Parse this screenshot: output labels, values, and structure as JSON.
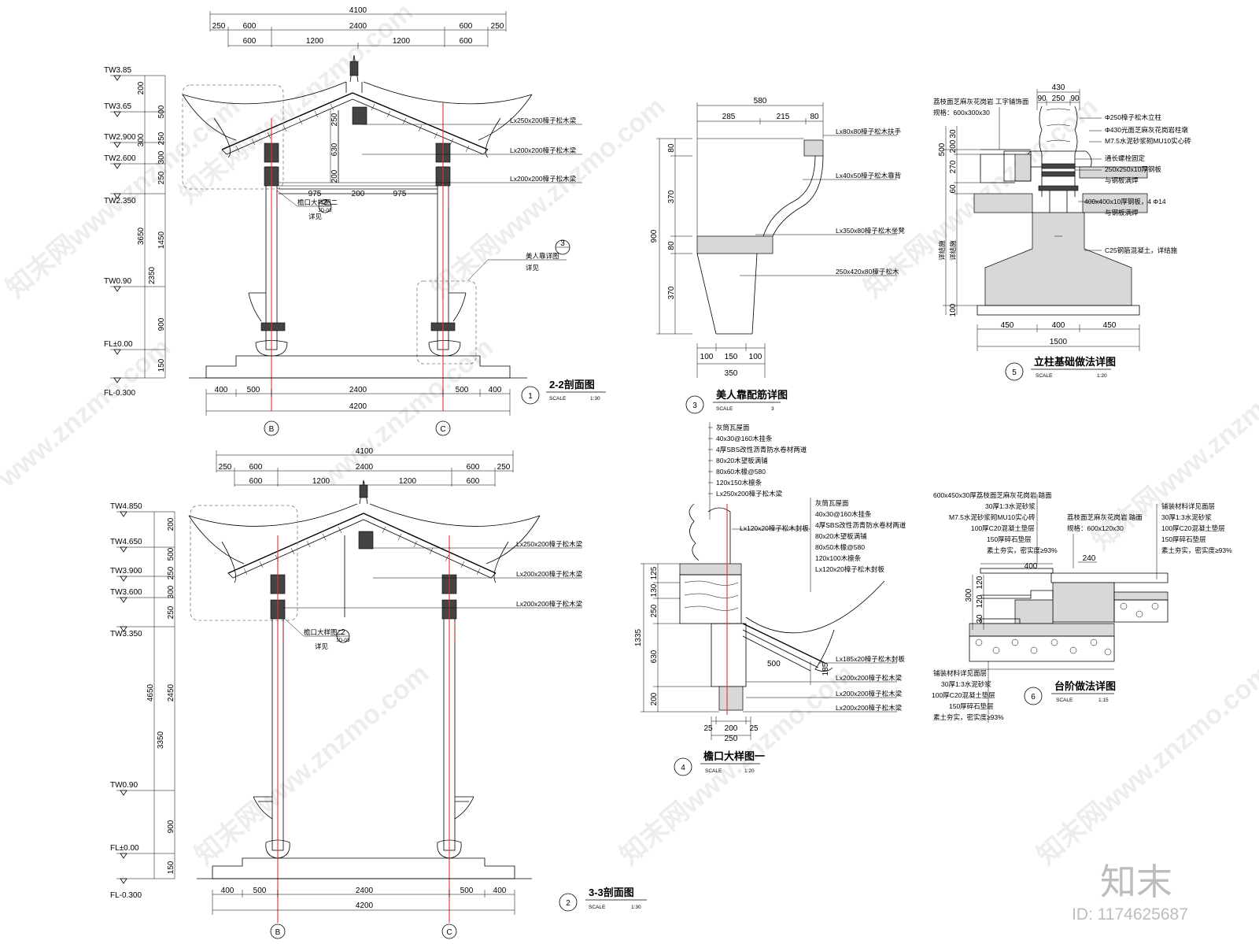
{
  "drawing1": {
    "title_number": "1",
    "title": "2-2剖面图",
    "scale_label": "SCALE",
    "scale_value": "1:30",
    "top_total": "4100",
    "top_row1": [
      "250",
      "600",
      "2400",
      "600",
      "250"
    ],
    "top_row2": [
      "600",
      "1200",
      "1200",
      "600"
    ],
    "inner_dims": [
      "975",
      "200",
      "975"
    ],
    "bottom_row1": [
      "400",
      "500",
      "2400",
      "500",
      "400"
    ],
    "bottom_total": "4200",
    "elevations": [
      "TW3.85",
      "TW3.65",
      "TW2.900",
      "TW2.600",
      "TW2.350",
      "TW0.90",
      "FL±0.00",
      "FL-0.300"
    ],
    "left_dims_a": [
      "200",
      "500",
      "300",
      "250",
      "300",
      "250"
    ],
    "left_dims_b": [
      "3650",
      "1450",
      "2350",
      "900",
      "150"
    ],
    "mid_dims": [
      "250",
      "630",
      "200"
    ],
    "notes": [
      "Lx250x200樟子松木梁",
      "Lx200x200樟子松木梁",
      "Lx200x200樟子松木梁"
    ],
    "detail_ref": "檐口大样图二",
    "detail_ref_see": "详见",
    "detail_ref_num": "2",
    "detail_ref_sheet": "JD-03",
    "meirenkao_ref": "美人靠详图",
    "meirenkao_see": "详见",
    "meirenkao_num": "3",
    "axis_labels": [
      "B",
      "C"
    ]
  },
  "drawing2": {
    "title_number": "2",
    "title": "3-3剖面图",
    "scale_label": "SCALE",
    "scale_value": "1:30",
    "top_total": "4100",
    "top_row1": [
      "250",
      "600",
      "2400",
      "600",
      "250"
    ],
    "top_row2": [
      "600",
      "1200",
      "1200",
      "600"
    ],
    "bottom_row1": [
      "400",
      "500",
      "2400",
      "500",
      "400"
    ],
    "bottom_total": "4200",
    "elevations": [
      "TW4.850",
      "TW4.650",
      "TW3.900",
      "TW3.600",
      "TW3.350",
      "TW0.90",
      "FL±0.00",
      "FL-0.300"
    ],
    "left_dims_a": [
      "200",
      "500",
      "250",
      "300",
      "250"
    ],
    "left_dims_b": [
      "4650",
      "2450",
      "3350",
      "900",
      "150"
    ],
    "notes": [
      "Lx250x200樟子松木梁",
      "Lx200x200樟子松木梁",
      "Lx200x200樟子松木梁"
    ],
    "detail_ref": "檐口大样图二",
    "detail_ref_see": "详见",
    "detail_ref_num": "2",
    "detail_ref_sheet": "JD-03",
    "axis_labels": [
      "B",
      "C"
    ]
  },
  "drawing3": {
    "title_number": "3",
    "title": "美人靠配筋详图",
    "scale_label": "SCALE",
    "scale_value": "3",
    "top_total": "580",
    "top_row": [
      "285",
      "215",
      "80"
    ],
    "left_total": "900",
    "left_dims": [
      "80",
      "370",
      "80",
      "370"
    ],
    "bottom_row": [
      "100",
      "150",
      "100"
    ],
    "bottom_total": "350",
    "notes": [
      "Lx80x80樟子松木扶手",
      "Lx40x50樟子松木靠背",
      "Lx350x80樟子松木坐凳",
      "250x420x80樟子松木"
    ]
  },
  "drawing4": {
    "title_number": "4",
    "title": "檐口大样图一",
    "scale_label": "SCALE",
    "scale_value": "1:20",
    "notes_top": [
      "灰筒瓦屋面",
      "40x30@160木挂条",
      "4厚SBS改性沥青防水卷材两道",
      "80x20木望板满铺",
      "80x60木椽@580",
      "120x150木檩条",
      "Lx250x200樟子松木梁"
    ],
    "notes_mid": [
      "Lx120x20樟子松木封板",
      "灰筒瓦屋面",
      "40x30@160木挂条",
      "4厚SBS改性沥青防水卷材两道",
      "80x20木望板满铺",
      "80x50木椽@580",
      "120x100木檩条"
    ],
    "notes_bot": [
      "Lx185x20樟子松木封板",
      "Lx200x200樟子松木梁",
      "Lx200x200樟子松木梁",
      "Lx200x200樟子松木梁"
    ],
    "left_total": "1335",
    "left_dims": [
      "125",
      "130",
      "250",
      "630",
      "200"
    ],
    "eave_dim": "500",
    "side_dim": "185",
    "bottom_row": [
      "25",
      "200",
      "25"
    ],
    "bottom_total": "250"
  },
  "drawing5": {
    "title_number": "5",
    "title": "立柱基础做法详图",
    "scale_label": "SCALE",
    "scale_value": "1:20",
    "top_total": "430",
    "top_row": [
      "90",
      "250",
      "90"
    ],
    "notes_left": [
      "荔枝面芝麻灰花岗岩  工字铺饰面",
      "规格：600x300x30"
    ],
    "notes_right": [
      "Φ250樟子松木立柱",
      "Φ430光面芝麻灰花岗岩柱墩",
      "M7.5水泥砂浆砌MU10实心砖",
      "通长螺栓固定",
      "250x250x10厚钢板",
      "与钢板满焊",
      "400x400x10厚钢板，4 Φ14",
      "与钢板满焊",
      "C25钢筋混凝土，详结施"
    ],
    "left_dims": [
      "500",
      "30",
      "200",
      "270",
      "60"
    ],
    "left_dims2": [
      "详结施",
      "100"
    ],
    "bottom_row": [
      "450",
      "400",
      "450"
    ],
    "bottom_total": "1500"
  },
  "drawing6": {
    "title_number": "6",
    "title": "台阶做法详图",
    "scale_label": "SCALE",
    "scale_value": "1:15",
    "notes_left": [
      "600x450x30厚荔枝面芝麻灰花岗岩  踏面",
      "30厚1:3水泥砂浆",
      "M7.5水泥砂浆砌MU10实心砖",
      "100厚C20混凝土垫层",
      "150厚碎石垫层",
      "素土夯实，密实度≥93%"
    ],
    "notes_mid": [
      "荔枝面芝麻灰花岗岩  踏面",
      "规格：600x120x30"
    ],
    "notes_right": [
      "铺装材料详见面层",
      "30厚1:3水泥砂浆",
      "100厚C20混凝土垫层",
      "150厚碎石垫层",
      "素土夯实，密实度≥93%"
    ],
    "notes_bottom": [
      "铺装材料详见面层",
      "30厚1:3水泥砂浆",
      "100厚C20混凝土垫层",
      "150厚碎石垫层",
      "素土夯实，密实度≥93%"
    ],
    "dims": [
      "400",
      "240",
      "300",
      "120",
      "120",
      "30"
    ]
  },
  "watermarks": [
    "知末网www.znzmo.com",
    "知末网www.znzmo.com",
    "www.znzmo.com",
    "知末网www.znzmo.com",
    "www.znzmo.com",
    "知末网www.znzmo.com",
    "知末网www.znzmo.com",
    "知末网www.znzmo.com",
    "知末网www.znzmo.com",
    "知末网www.znzmo.com"
  ],
  "brand": {
    "logo": "知末",
    "id": "ID: 1174625687"
  }
}
